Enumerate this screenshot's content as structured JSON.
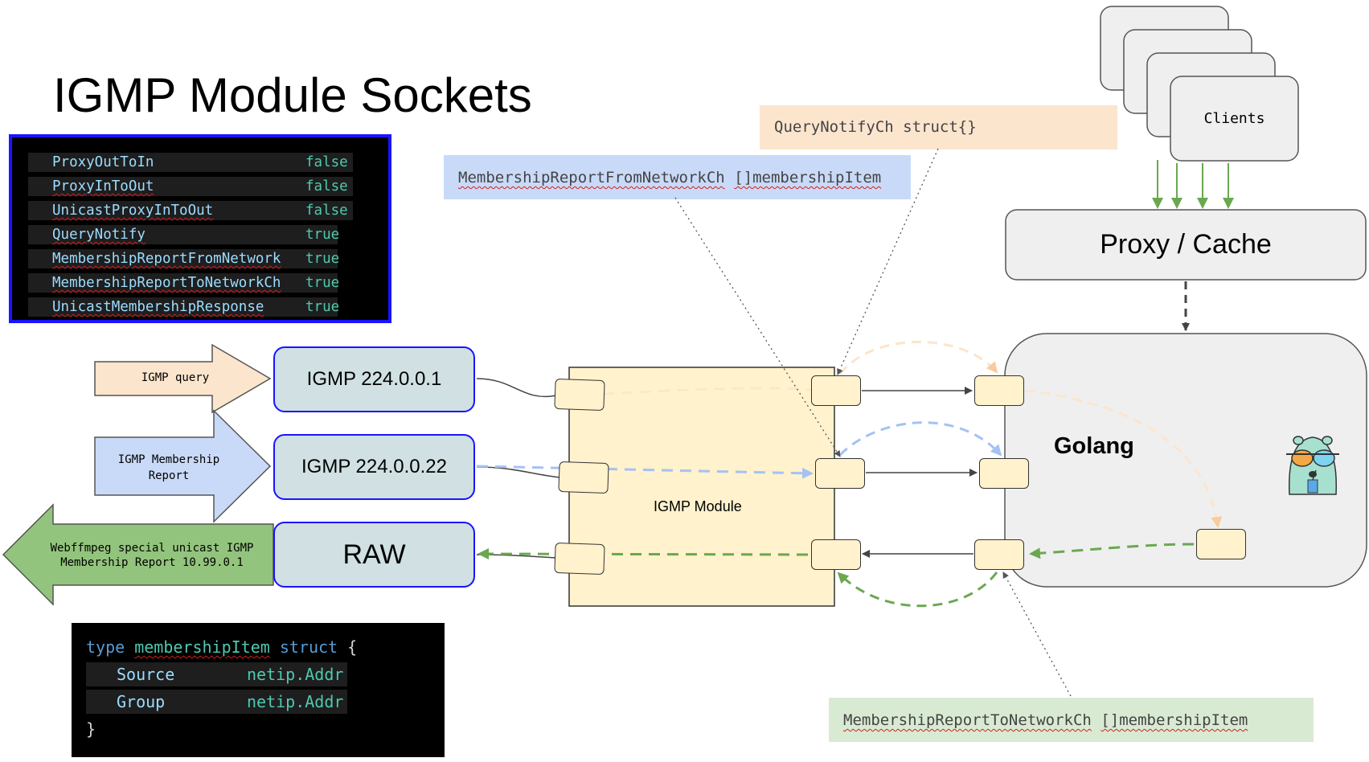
{
  "title": "IGMP Module Sockets",
  "flags": [
    {
      "name": "ProxyOutToIn",
      "value": "false"
    },
    {
      "name": "ProxyInToOut",
      "value": "false"
    },
    {
      "name": "UnicastProxyInToOut",
      "value": "false"
    },
    {
      "name": "QueryNotify",
      "value": "true"
    },
    {
      "name": "MembershipReportFromNetwork",
      "value": "true"
    },
    {
      "name": "MembershipReportToNetworkCh",
      "value": "true"
    },
    {
      "name": "UnicastMembershipResponse",
      "value": "true"
    }
  ],
  "struct_code": {
    "line1_type": "type",
    "line1_name": "membershipItem",
    "line1_struct": "struct",
    "line1_brace": "{",
    "field1_name": "Source",
    "field1_pkg": "netip.",
    "field1_type": "Addr",
    "field2_name": "Group",
    "field2_pkg": "netip.",
    "field2_type": "Addr",
    "close_brace": "}"
  },
  "notes": {
    "query_notify_name": "QueryNotifyCh",
    "query_notify_type": "struct{}",
    "report_from_name": "MembershipReportFromNetworkCh",
    "report_from_type": "[]membershipItem",
    "report_to_name": "MembershipReportToNetworkCh",
    "report_to_type": "[]membershipItem"
  },
  "inputs": {
    "igmp_query": "IGMP query",
    "igmp_report_line1": "IGMP Membership",
    "igmp_report_line2": "Report",
    "unicast_line1": "Webffmpeg special unicast IGMP",
    "unicast_line2": "Membership Report 10.99.0.1"
  },
  "sockets": {
    "igmp_all_hosts": "IGMP 224.0.0.1",
    "igmp_routers": "IGMP 224.0.0.22",
    "raw": "RAW"
  },
  "module_label": "IGMP Module",
  "golang_label": "Golang",
  "proxy_label": "Proxy / Cache",
  "clients_label": "Clients",
  "colors": {
    "query_fill": "#fce5cd",
    "report_fill": "#c9daf8",
    "unicast_fill": "#93c47d",
    "green_arrow": "#6aa84f",
    "blue_arrow": "#a4c2f4",
    "orange_arrow": "#f9cb9c",
    "socket_fill": "#fff2cc",
    "ipbox_fill": "#d0e0e3",
    "ipbox_border": "#1a14ff",
    "golang_fill": "#efefef"
  }
}
